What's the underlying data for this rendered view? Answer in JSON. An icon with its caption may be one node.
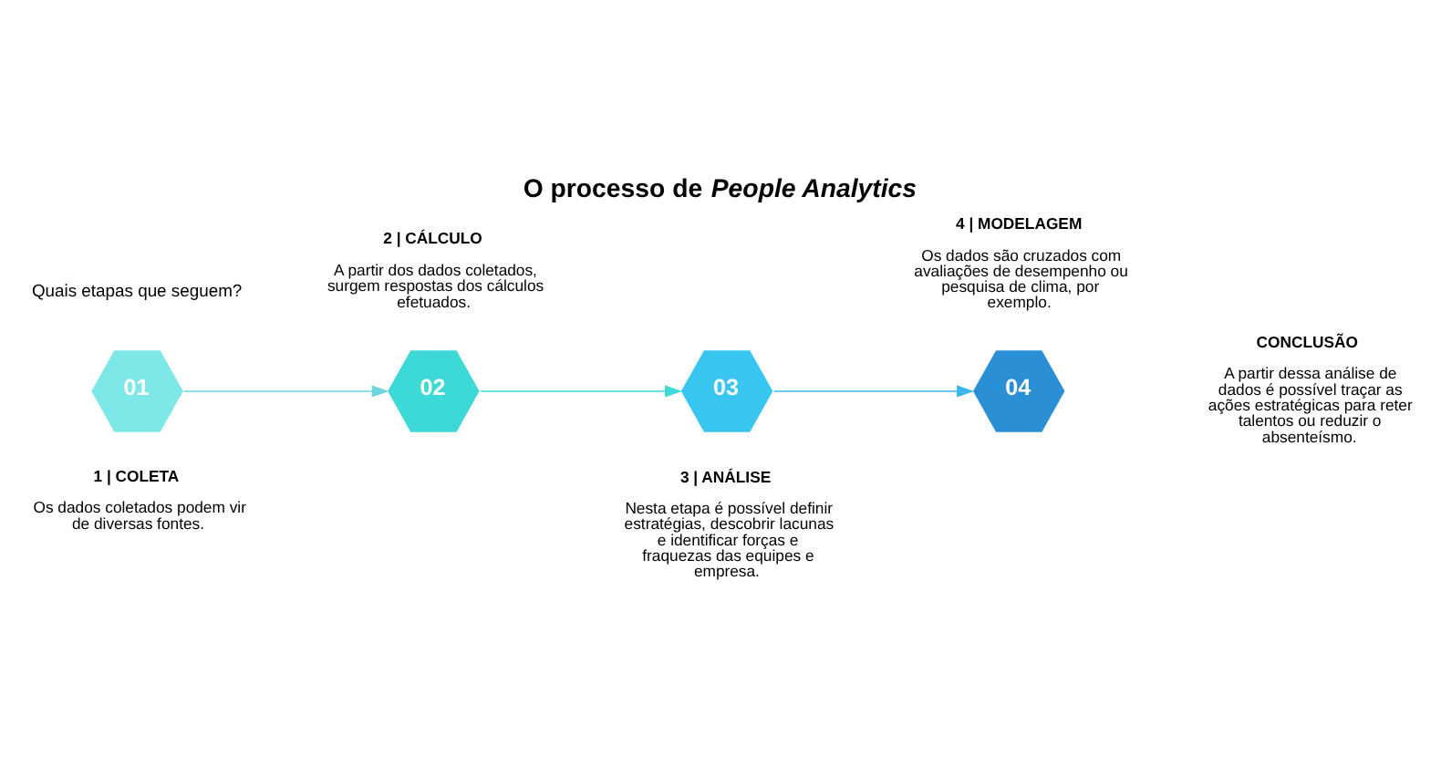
{
  "diagram": {
    "title": "O processo de *People Analytics*",
    "nodes": [
      {
        "text": [
          "01"
        ],
        "beside": [
          "1 | COLETA",
          "Os dados coletados podem vir de diversas fontes."
        ]
      },
      {
        "text": [
          "02"
        ],
        "beside": [
          "2 | CÁLCULO",
          "A partir dos dados coletados, surgem respostas dos cálculos efetuados."
        ]
      },
      {
        "text": [
          "03"
        ],
        "beside": [
          "3 | ANÁLISE",
          "Nesta etapa é possível definir estratégias, descobrir lacunas e identificar forças e fraquezas das equipes e empresa."
        ]
      },
      {
        "text": [
          "04"
        ],
        "beside": [
          "4 | MODELAGEM",
          "Os dados são cruzados com avaliações de desempenho ou pesquisa de clima, por exemplo."
        ]
      }
    ],
    "edges": [
      {
        "from": 0,
        "to": 1,
        "arrow": "to"
      },
      {
        "from": 1,
        "to": 2,
        "arrow": "to"
      },
      {
        "from": 2,
        "to": 3,
        "arrow": "to"
      }
    ],
    "labels": [
      "Quais etapas que seguem?",
      "CONCLUSÃO",
      "A partir dessa análise de dados é possível traçar as ações estratégicas para reter talentos ou reduzir o absenteísmo."
    ]
  }
}
